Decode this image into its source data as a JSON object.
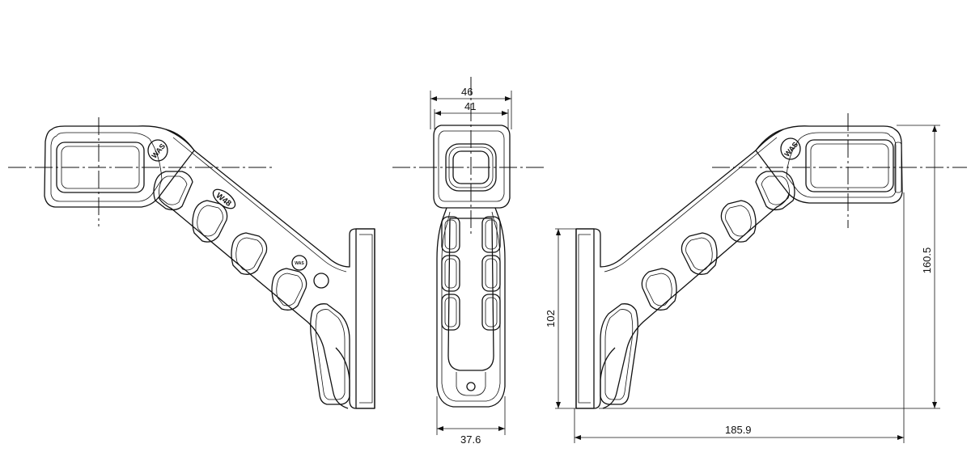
{
  "drawing": {
    "dimensions": {
      "top_width_outer": "46",
      "top_width_inner": "41",
      "base_width": "37.6",
      "height_left": "102",
      "height_right": "160.5",
      "total_length": "185.9"
    },
    "logo_text": "WAS",
    "model_label": "W48",
    "badge_text": "WAS"
  },
  "colors": {
    "line": "#111111",
    "background": "#ffffff"
  }
}
